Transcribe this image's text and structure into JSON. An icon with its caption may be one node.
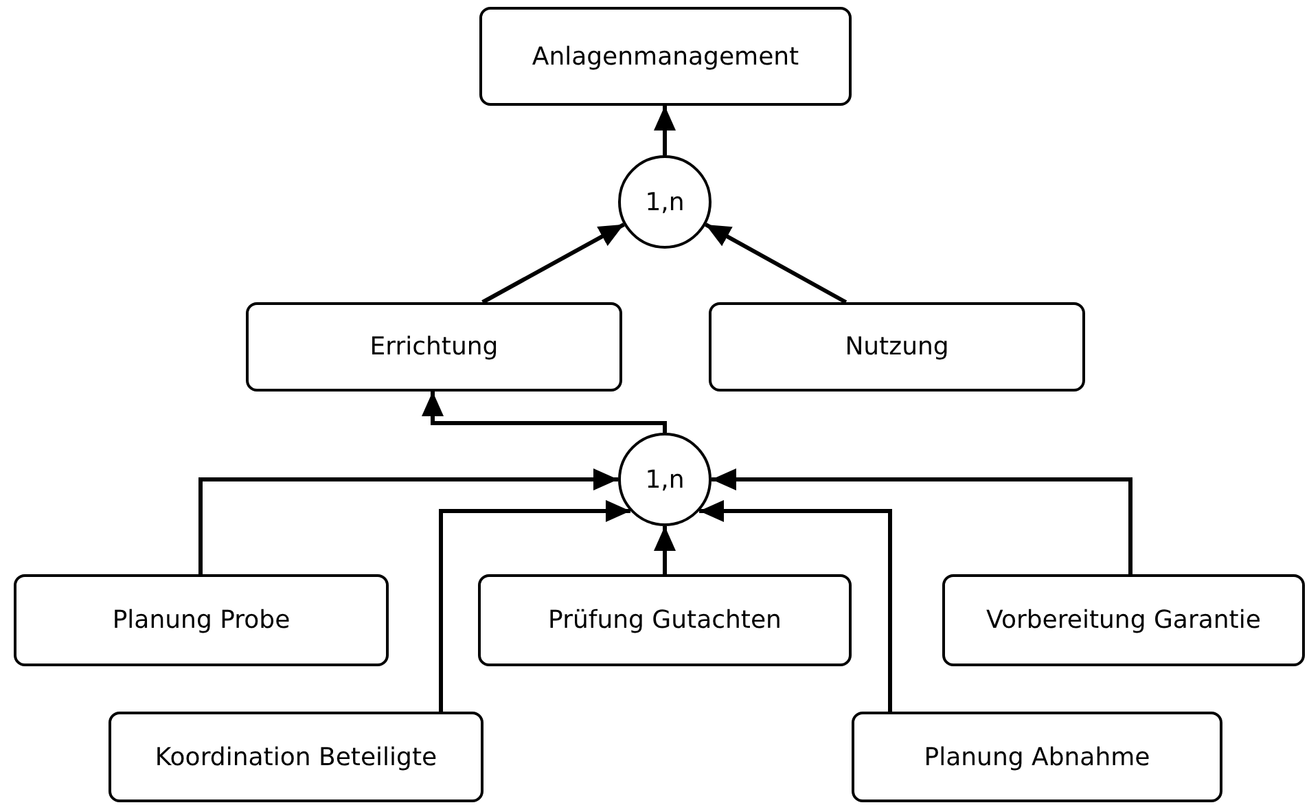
{
  "diagram": {
    "nodes": [
      {
        "text": [
          "Anlagenmanagement"
        ]
      },
      {
        "text": [
          "1,n"
        ]
      },
      {
        "text": [
          "Errichtung"
        ]
      },
      {
        "text": [
          "Nutzung"
        ]
      },
      {
        "text": [
          "1,n"
        ]
      },
      {
        "text": [
          "Planung Probe"
        ]
      },
      {
        "text": [
          "Prüfung Gutachten"
        ]
      },
      {
        "text": [
          "Vorbereitung Garantie"
        ]
      },
      {
        "text": [
          "Koordination Beteiligte"
        ]
      },
      {
        "text": [
          "Planung Abnahme"
        ]
      }
    ],
    "edges": [
      {
        "from": 1,
        "to": 0,
        "arrow": "to"
      },
      {
        "from": 2,
        "to": 1,
        "arrow": "to"
      },
      {
        "from": 3,
        "to": 1,
        "arrow": "to"
      },
      {
        "from": 4,
        "to": 2,
        "arrow": "to"
      },
      {
        "from": 5,
        "to": 4,
        "arrow": "to"
      },
      {
        "from": 8,
        "to": 4,
        "arrow": "to"
      },
      {
        "from": 6,
        "to": 4,
        "arrow": "to"
      },
      {
        "from": 9,
        "to": 4,
        "arrow": "to"
      },
      {
        "from": 7,
        "to": 4,
        "arrow": "to"
      }
    ]
  }
}
